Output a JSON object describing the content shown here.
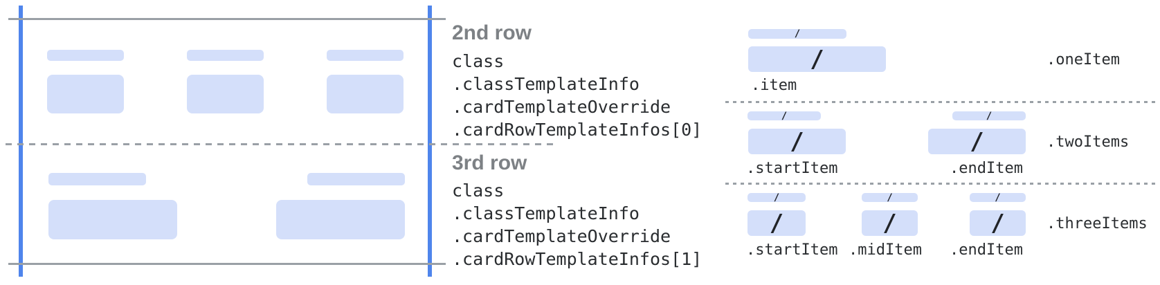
{
  "glyphs": {
    "slash": "/"
  },
  "colors": {
    "accent_blue": "#4f85ec",
    "bar_fill": "#d4dffa",
    "line_gray": "#9aa0a6",
    "heading_gray": "#7d8185",
    "code_text": "#2a2d30"
  },
  "annotations": {
    "row2": {
      "heading": "2nd row",
      "code_lines": [
        "class",
        ".classTemplateInfo",
        ".cardTemplateOverride",
        ".cardRowTemplateInfos[0]"
      ]
    },
    "row3": {
      "heading": "3rd row",
      "code_lines": [
        "class",
        ".classTemplateInfo",
        ".cardTemplateOverride",
        ".cardRowTemplateInfos[1]"
      ]
    }
  },
  "templates": {
    "one_item": {
      "name": ".oneItem",
      "items": [
        ".item"
      ]
    },
    "two_items": {
      "name": ".twoItems",
      "items": [
        ".startItem",
        ".endItem"
      ]
    },
    "three_items": {
      "name": ".threeItems",
      "items": [
        ".startItem",
        ".midItem",
        ".endItem"
      ]
    }
  }
}
